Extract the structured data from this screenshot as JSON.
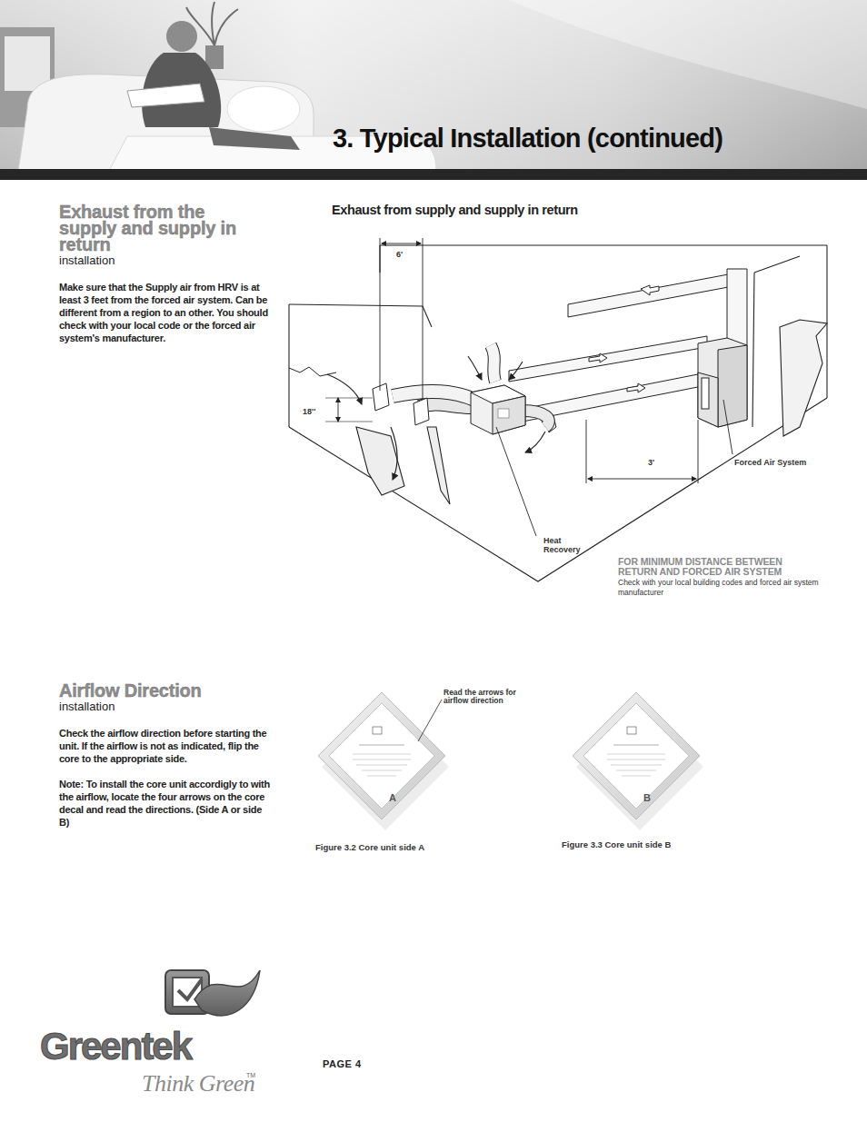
{
  "diagram": {
    "title": "3. Typical Installation (continued)",
    "labels": [
      "Exhaust from the supply and supply in return",
      "installation",
      "Make sure that the Supply air from HRV is at least 3 feet from the forced air system. Can be different from a region to an other. You should check with your local code or the forced air system's manufacturer.",
      "Exhaust from supply and supply in return",
      "6'",
      "18''",
      "3'",
      "Forced Air System",
      "Heat Recovery",
      "FOR MINIMUM DISTANCE BETWEEN RETURN AND FORCED AIR SYSTEM",
      "Check with your local building codes and forced air system manufacturer",
      "Airflow Direction",
      "installation",
      "Check the airflow direction before starting the unit. If the airflow is not as indicated, flip the core to the appropriate side.",
      "Note: To install the core unit accordigly to with the airflow, locate the four arrows on the core decal and read the directions. (Side A or side B)",
      "Read the arrows for airflow direction",
      "A",
      "B",
      "Figure 3.2 Core unit side A",
      "Figure 3.3 Core unit side B",
      "Greentek",
      "Think Green",
      "TM",
      "PAGE 4"
    ]
  }
}
